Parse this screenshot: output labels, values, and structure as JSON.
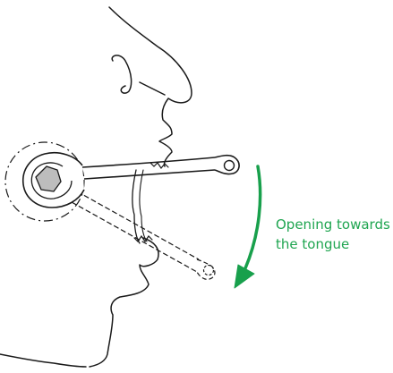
{
  "annotation": {
    "line1": "Opening towards",
    "line2": "the tongue"
  },
  "colors": {
    "outline": "#1a1a1a",
    "arrow": "#18a04c",
    "text": "#1fa550",
    "nut_fill": "#bdbdbd"
  },
  "icons": {
    "face": "face-profile-outline",
    "tool": "wrench-icon",
    "arrow": "curved-arrow-down-icon"
  }
}
